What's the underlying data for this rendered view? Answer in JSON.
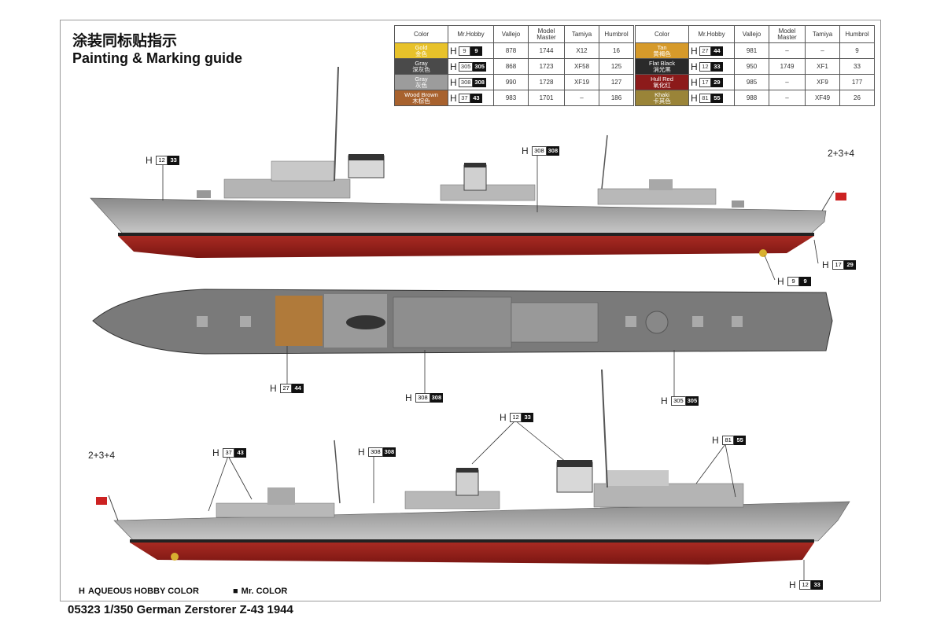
{
  "title_cn": "涂装同标贴指示",
  "title_en": "Painting & Marking guide",
  "table_headers": [
    "Color",
    "Mr.Hobby",
    "Vallejo",
    "Model Master",
    "Tamiya",
    "Humbrol"
  ],
  "colors_left": [
    {
      "name": "Gold",
      "cn": "金色",
      "hex": "#e8c22a",
      "h": "9",
      "m": "9",
      "vallejo": "878",
      "mm": "1744",
      "tamiya": "X12",
      "humbrol": "16"
    },
    {
      "name": "Gray",
      "cn": "深灰色",
      "hex": "#4a4a4a",
      "h": "305",
      "m": "305",
      "vallejo": "868",
      "mm": "1723",
      "tamiya": "XF58",
      "humbrol": "125"
    },
    {
      "name": "Gray",
      "cn": "灰色",
      "hex": "#9c9c9c",
      "h": "308",
      "m": "308",
      "vallejo": "990",
      "mm": "1728",
      "tamiya": "XF19",
      "humbrol": "127"
    },
    {
      "name": "Wood Brown",
      "cn": "木棕色",
      "hex": "#a8622e",
      "h": "37",
      "m": "43",
      "vallejo": "983",
      "mm": "1701",
      "tamiya": "–",
      "humbrol": "186"
    }
  ],
  "colors_right": [
    {
      "name": "Tan",
      "cn": "黄褐色",
      "hex": "#d69a2a",
      "h": "27",
      "m": "44",
      "vallejo": "981",
      "mm": "–",
      "tamiya": "–",
      "humbrol": "9"
    },
    {
      "name": "Flat Black",
      "cn": "消光黑",
      "hex": "#2a2a2a",
      "h": "12",
      "m": "33",
      "vallejo": "950",
      "mm": "1749",
      "tamiya": "XF1",
      "humbrol": "33"
    },
    {
      "name": "Hull Red",
      "cn": "氧化红",
      "hex": "#8c1a1a",
      "h": "17",
      "m": "29",
      "vallejo": "985",
      "mm": "–",
      "tamiya": "XF9",
      "humbrol": "177"
    },
    {
      "name": "Khaki",
      "cn": "卡其色",
      "hex": "#9a8438",
      "h": "81",
      "m": "55",
      "vallejo": "988",
      "mm": "–",
      "tamiya": "XF49",
      "humbrol": "26"
    }
  ],
  "callouts": [
    {
      "h": "12",
      "m": "33"
    },
    {
      "h": "308",
      "m": "308"
    },
    {
      "h": "17",
      "m": "29"
    },
    {
      "h": "9",
      "m": "9"
    },
    {
      "h": "27",
      "m": "44"
    },
    {
      "h": "308",
      "m": "308"
    },
    {
      "h": "305",
      "m": "305"
    },
    {
      "h": "12",
      "m": "33"
    },
    {
      "h": "37",
      "m": "43"
    },
    {
      "h": "308",
      "m": "308"
    },
    {
      "h": "81",
      "m": "55"
    },
    {
      "h": "12",
      "m": "33"
    }
  ],
  "national_label": "2+3+4",
  "legend": {
    "aqueous": "AQUEOUS HOBBY COLOR",
    "mr": "Mr. COLOR",
    "h_mark": "H",
    "sq": "■"
  },
  "footer": "05323 1/350  German Zerstorer Z-43 1944"
}
